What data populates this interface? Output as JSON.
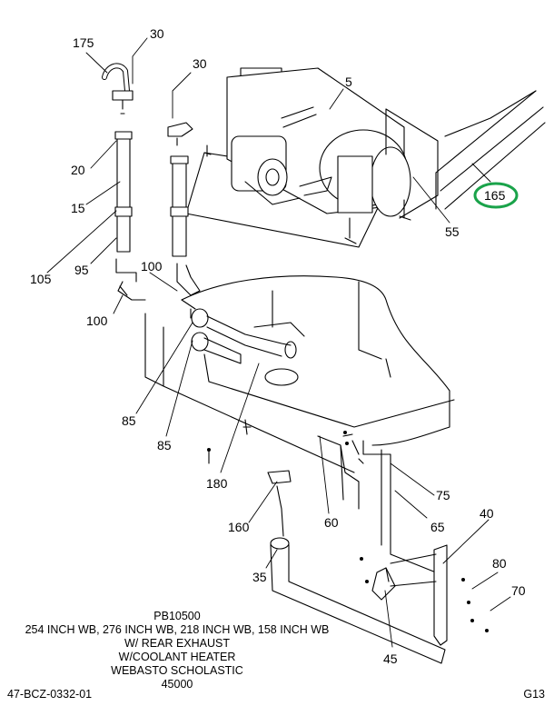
{
  "diagram": {
    "callouts": [
      "175",
      "30",
      "30",
      "5",
      "20",
      "15",
      "105",
      "95",
      "100",
      "100",
      "55",
      "165",
      "85",
      "85",
      "180",
      "75",
      "65",
      "60",
      "40",
      "80",
      "70",
      "160",
      "35",
      "45"
    ],
    "highlight_color": "#1aa34a"
  },
  "caption": {
    "lines": [
      "PB10500",
      "254 INCH WB, 276 INCH WB, 218 INCH WB, 158 INCH WB",
      "W/ REAR EXHAUST",
      "W/COOLANT HEATER",
      "WEBASTO SCHOLASTIC",
      "45000"
    ]
  },
  "footer": {
    "left": "47-BCZ-0332-01",
    "right": "G13"
  }
}
